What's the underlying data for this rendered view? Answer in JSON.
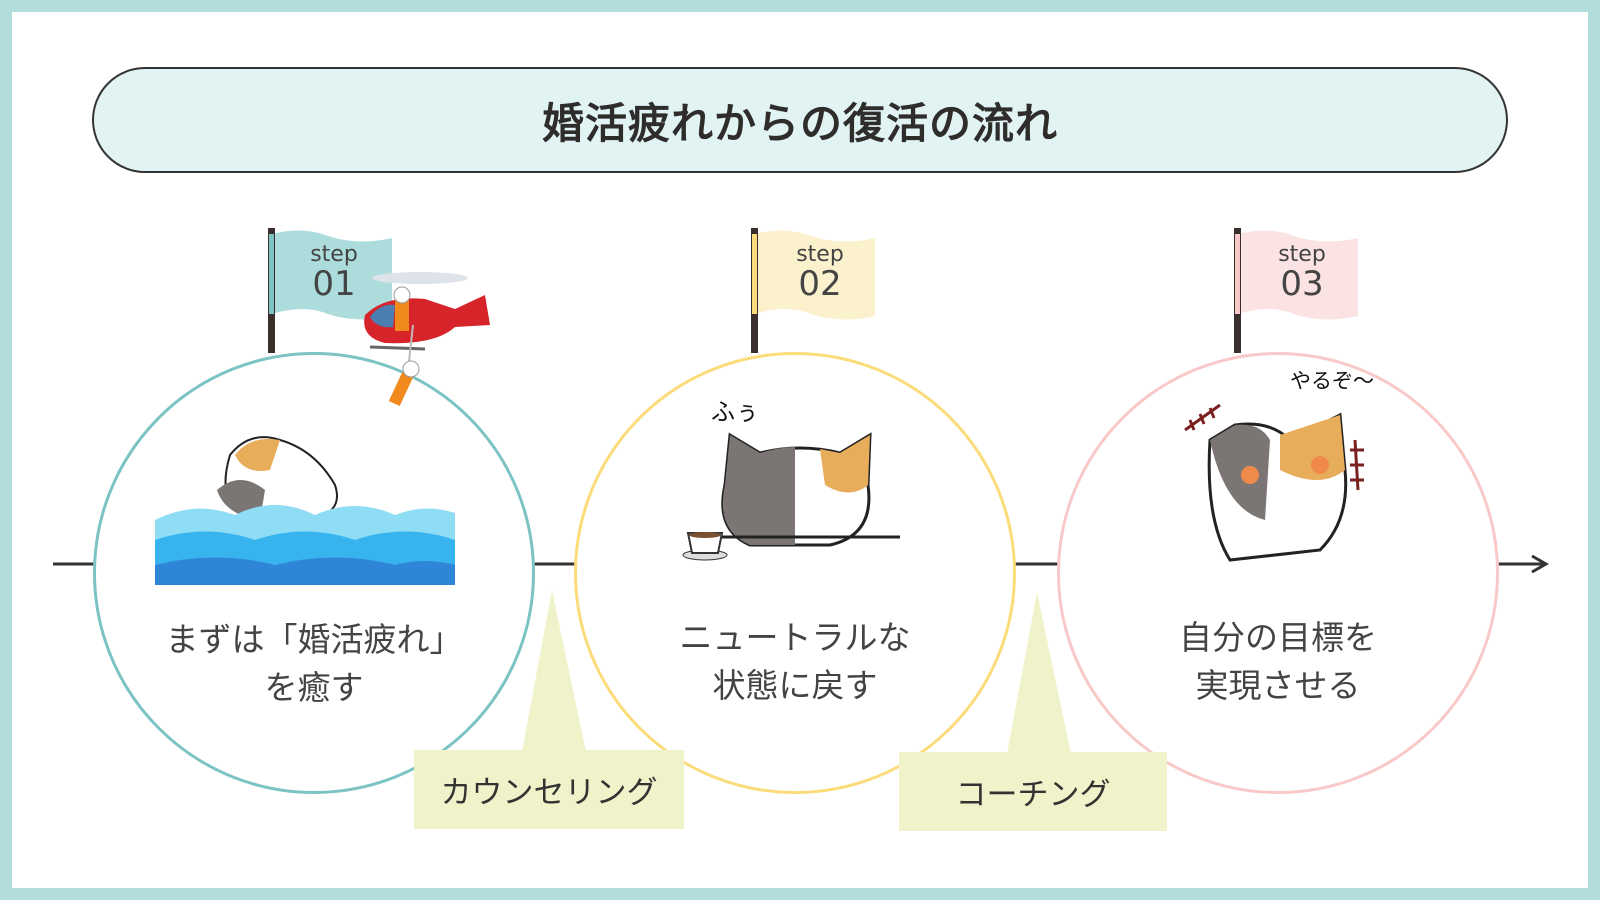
{
  "title": "婚活疲れからの復活の流れ",
  "steps": [
    {
      "label": "step",
      "number": "01",
      "text_line1": "まずは「婚活疲れ」",
      "text_line2": "を癒す",
      "color": "#7cc3c4",
      "flag_color": "#acdcdc"
    },
    {
      "label": "step",
      "number": "02",
      "text_line1": "ニュートラルな",
      "text_line2": "状態に戻す",
      "color": "#fcdc7a",
      "flag_color": "#fbf1cc",
      "speech": "ふぅ"
    },
    {
      "label": "step",
      "number": "03",
      "text_line1": "自分の目標を",
      "text_line2": "実現させる",
      "color": "#f9c9c9",
      "flag_color": "#fbe3e3",
      "speech": "やるぞ〜"
    }
  ],
  "transitions": [
    "カウンセリング",
    "コーチング"
  ]
}
